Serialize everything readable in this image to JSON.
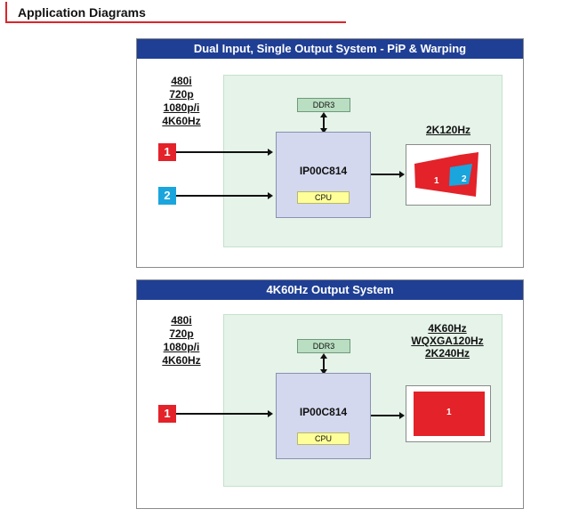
{
  "heading": "Application Diagrams",
  "panels": [
    {
      "title": "Dual Input, Single Output System - PiP & Warping",
      "formats": [
        "480i",
        "720p",
        "1080p/i",
        "4K60Hz"
      ],
      "inputs": [
        "1",
        "2"
      ],
      "memory": "DDR3",
      "processor": "IP00C814",
      "cpu": "CPU",
      "outputs": [
        "2K120Hz"
      ],
      "screen_labels": [
        "1",
        "2"
      ]
    },
    {
      "title": "4K60Hz Output System",
      "formats": [
        "480i",
        "720p",
        "1080p/i",
        "4K60Hz"
      ],
      "inputs": [
        "1"
      ],
      "memory": "DDR3",
      "processor": "IP00C814",
      "cpu": "CPU",
      "outputs": [
        "4K60Hz",
        "WQXGA120Hz",
        "2K240Hz"
      ],
      "screen_labels": [
        "1"
      ]
    }
  ],
  "colors": {
    "title_bar": "#1f3f94",
    "input_red": "#e32229",
    "input_blue": "#1aa5dd",
    "area_green": "#e5f3e9",
    "memory": "#b9dec2",
    "processor": "#d3d8ee",
    "cpu": "#ffff99"
  }
}
